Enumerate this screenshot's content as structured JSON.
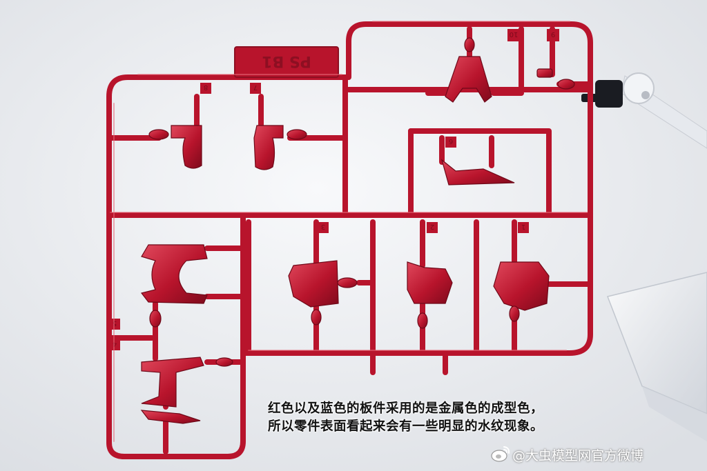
{
  "caption": {
    "line1": "红色以及蓝色的板件采用的是金属色的成型色，",
    "line2": "所以零件表面看起来会有一些明显的水纹现象。"
  },
  "watermark": {
    "text": "@大虫模型网官方微博",
    "icon": "weibo-logo-icon"
  },
  "runner_tag": {
    "text": "PS B1"
  },
  "part_numbers": [
    "10",
    "9",
    "8",
    "7",
    "6",
    "3",
    "2",
    "1",
    "5",
    "4"
  ],
  "colors": {
    "runner": "#b8142c",
    "runner_dark": "#7e0a1c",
    "runner_light": "#e0485c",
    "background": "#eef0f3",
    "stand_clear": "#dfe3e8",
    "stand_black": "#1a1c22"
  }
}
